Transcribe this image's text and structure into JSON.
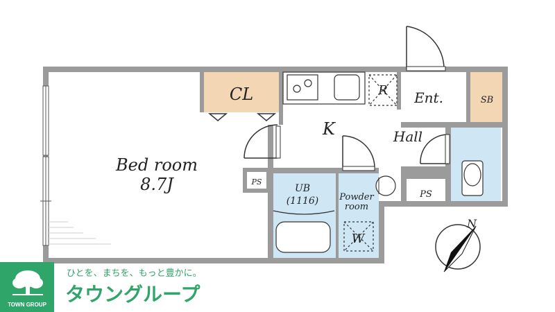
{
  "floorplan": {
    "rooms": {
      "bedroom": {
        "name": "Bed room",
        "size": "8.7J"
      },
      "closet": "CL",
      "kitchen": "K",
      "refrigerator": "R",
      "entrance": "Ent.",
      "shoe_box": "SB",
      "hall": "Hall",
      "unit_bath": {
        "name": "UB",
        "size": "(1116)"
      },
      "powder_room": {
        "line1": "Powder",
        "line2": "room"
      },
      "washer": "W",
      "pipe_space_left": "PS",
      "pipe_space_right": "PS"
    },
    "compass_label": "N",
    "colors": {
      "wall": "#9b9b9b",
      "closet_fill": "#f3d7b4",
      "wet_area_fill": "#cfe6f5",
      "brand_green": "#2fa56a"
    }
  },
  "brand": {
    "tagline": "ひとを、まちを、もっと豊かに。",
    "name_jp": "タウングループ",
    "name_en": "TOWN GROUP"
  }
}
